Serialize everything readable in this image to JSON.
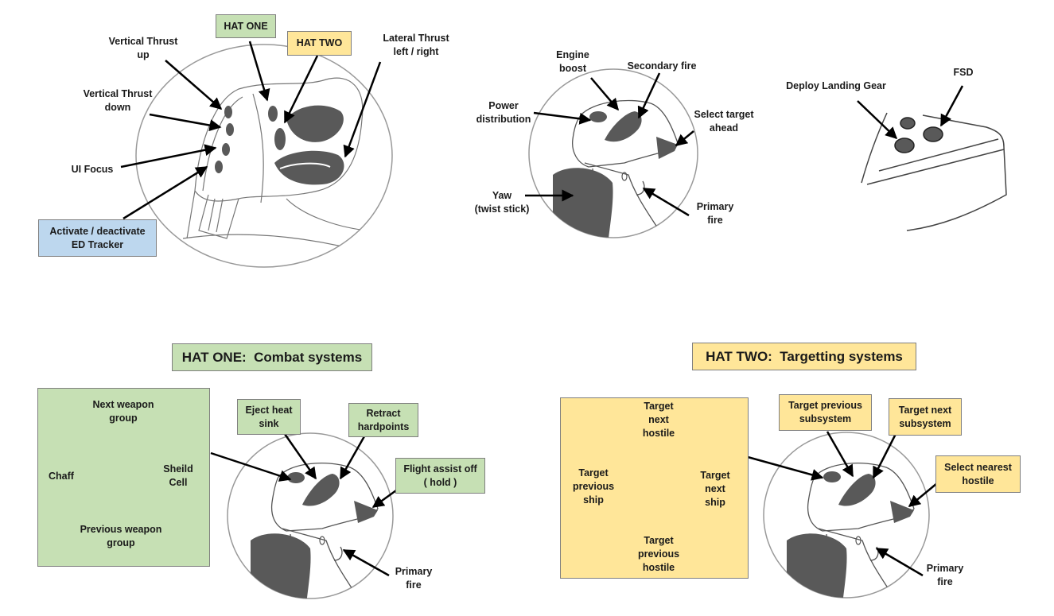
{
  "top_left": {
    "hat_one": "HAT ONE",
    "hat_two": "HAT TWO",
    "vertical_thrust_up": "Vertical Thrust\nup",
    "vertical_thrust_down": "Vertical Thrust\ndown",
    "lateral_thrust": "Lateral Thrust\nleft / right",
    "ui_focus": "UI Focus",
    "ed_tracker": "Activate / deactivate\nED Tracker"
  },
  "top_middle": {
    "engine_boost": "Engine\nboost",
    "secondary_fire": "Secondary fire",
    "power_distribution": "Power\ndistribution",
    "select_target_ahead": "Select target\nahead",
    "yaw": "Yaw\n(twist stick)",
    "primary_fire": "Primary\nfire"
  },
  "top_right": {
    "deploy_landing_gear": "Deploy Landing Gear",
    "fsd": "FSD"
  },
  "hat_one_panel": {
    "title": "HAT ONE:  Combat systems",
    "up": "Next weapon\ngroup",
    "left": "Chaff",
    "right": "Sheild\nCell",
    "down": "Previous weapon\ngroup",
    "eject_heat_sink": "Eject heat\nsink",
    "retract_hardpoints": "Retract\nhardpoints",
    "flight_assist_off": "Flight assist off\n( hold )",
    "primary_fire": "Primary\nfire"
  },
  "hat_two_panel": {
    "title": "HAT TWO:  Targetting systems",
    "up": "Target\nnext\nhostile",
    "left": "Target\nprevious\nship",
    "right": "Target\nnext\nship",
    "down": "Target\nprevious\nhostile",
    "target_previous_subsystem": "Target previous\nsubsystem",
    "target_next_subsystem": "Target next\nsubsystem",
    "select_nearest_hostile": "Select nearest\nhostile",
    "primary_fire": "Primary\nfire"
  },
  "colors": {
    "green": "#c6e0b4",
    "yellow": "#ffe699",
    "blue": "#bdd7ee",
    "dark_button": "#595959"
  }
}
